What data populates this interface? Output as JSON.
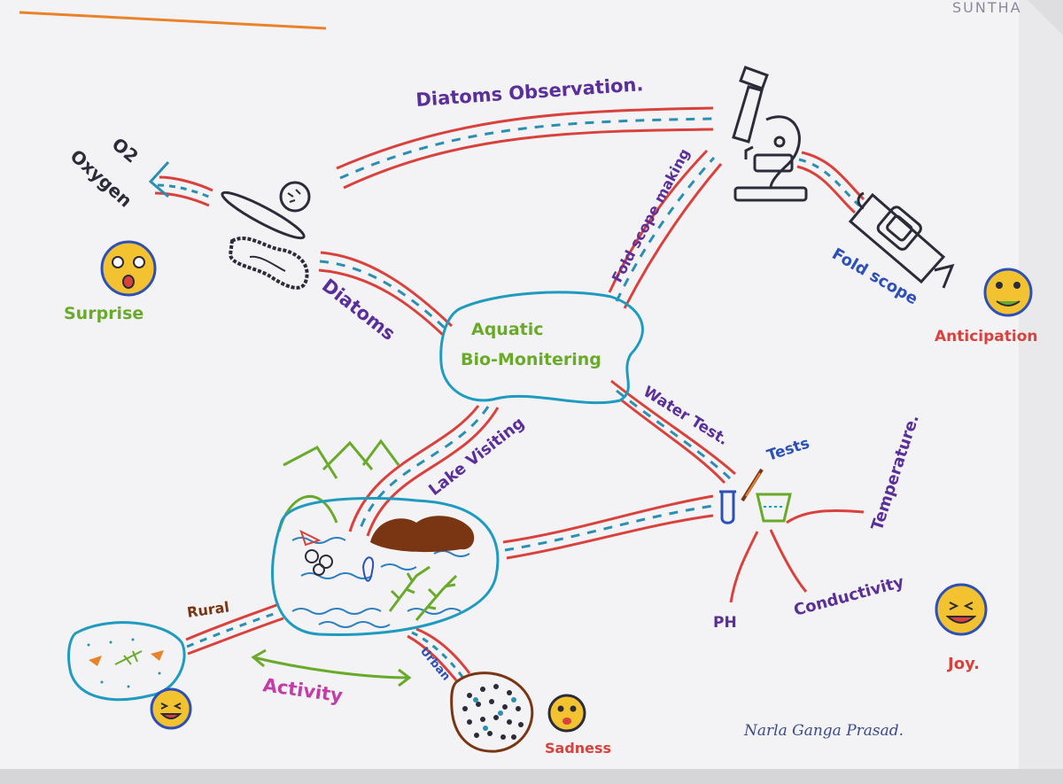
{
  "corner_text": "SUNTHA",
  "central_topic": {
    "line1": "Aquatic",
    "line2": "Bio-Monitering"
  },
  "branches": {
    "diatoms_observation": "Diatoms Observation.",
    "fold_scope_making": "Fold scope making",
    "diatoms": "Diatoms",
    "water_test": "Water Test.",
    "lake_visiting": "Lake Visiting",
    "rural": "Rural",
    "urban": "Urban",
    "activity": "Activity"
  },
  "nodes": {
    "o2": "O2",
    "oxygen": "Oxygen",
    "fold_scope": "Fold scope",
    "tests": "Tests",
    "temperature": "Temperature.",
    "conductivity": "Conductivity",
    "ph": "PH"
  },
  "emotions": {
    "surprise": "Surprise",
    "anticipation": "Anticipation",
    "joy": "Joy.",
    "sadness": "Sadness"
  },
  "signature": "Narla Ganga Prasad.",
  "colors": {
    "paper": "#f3f3f5",
    "road_red": "#d9423c",
    "road_blue": "#2a8fb0",
    "purple": "#5a2f9a",
    "green": "#6aaa2a",
    "teal": "#1f9bbf",
    "brown": "#7a3512",
    "orange": "#e8832a",
    "blue": "#2d4fb8"
  }
}
